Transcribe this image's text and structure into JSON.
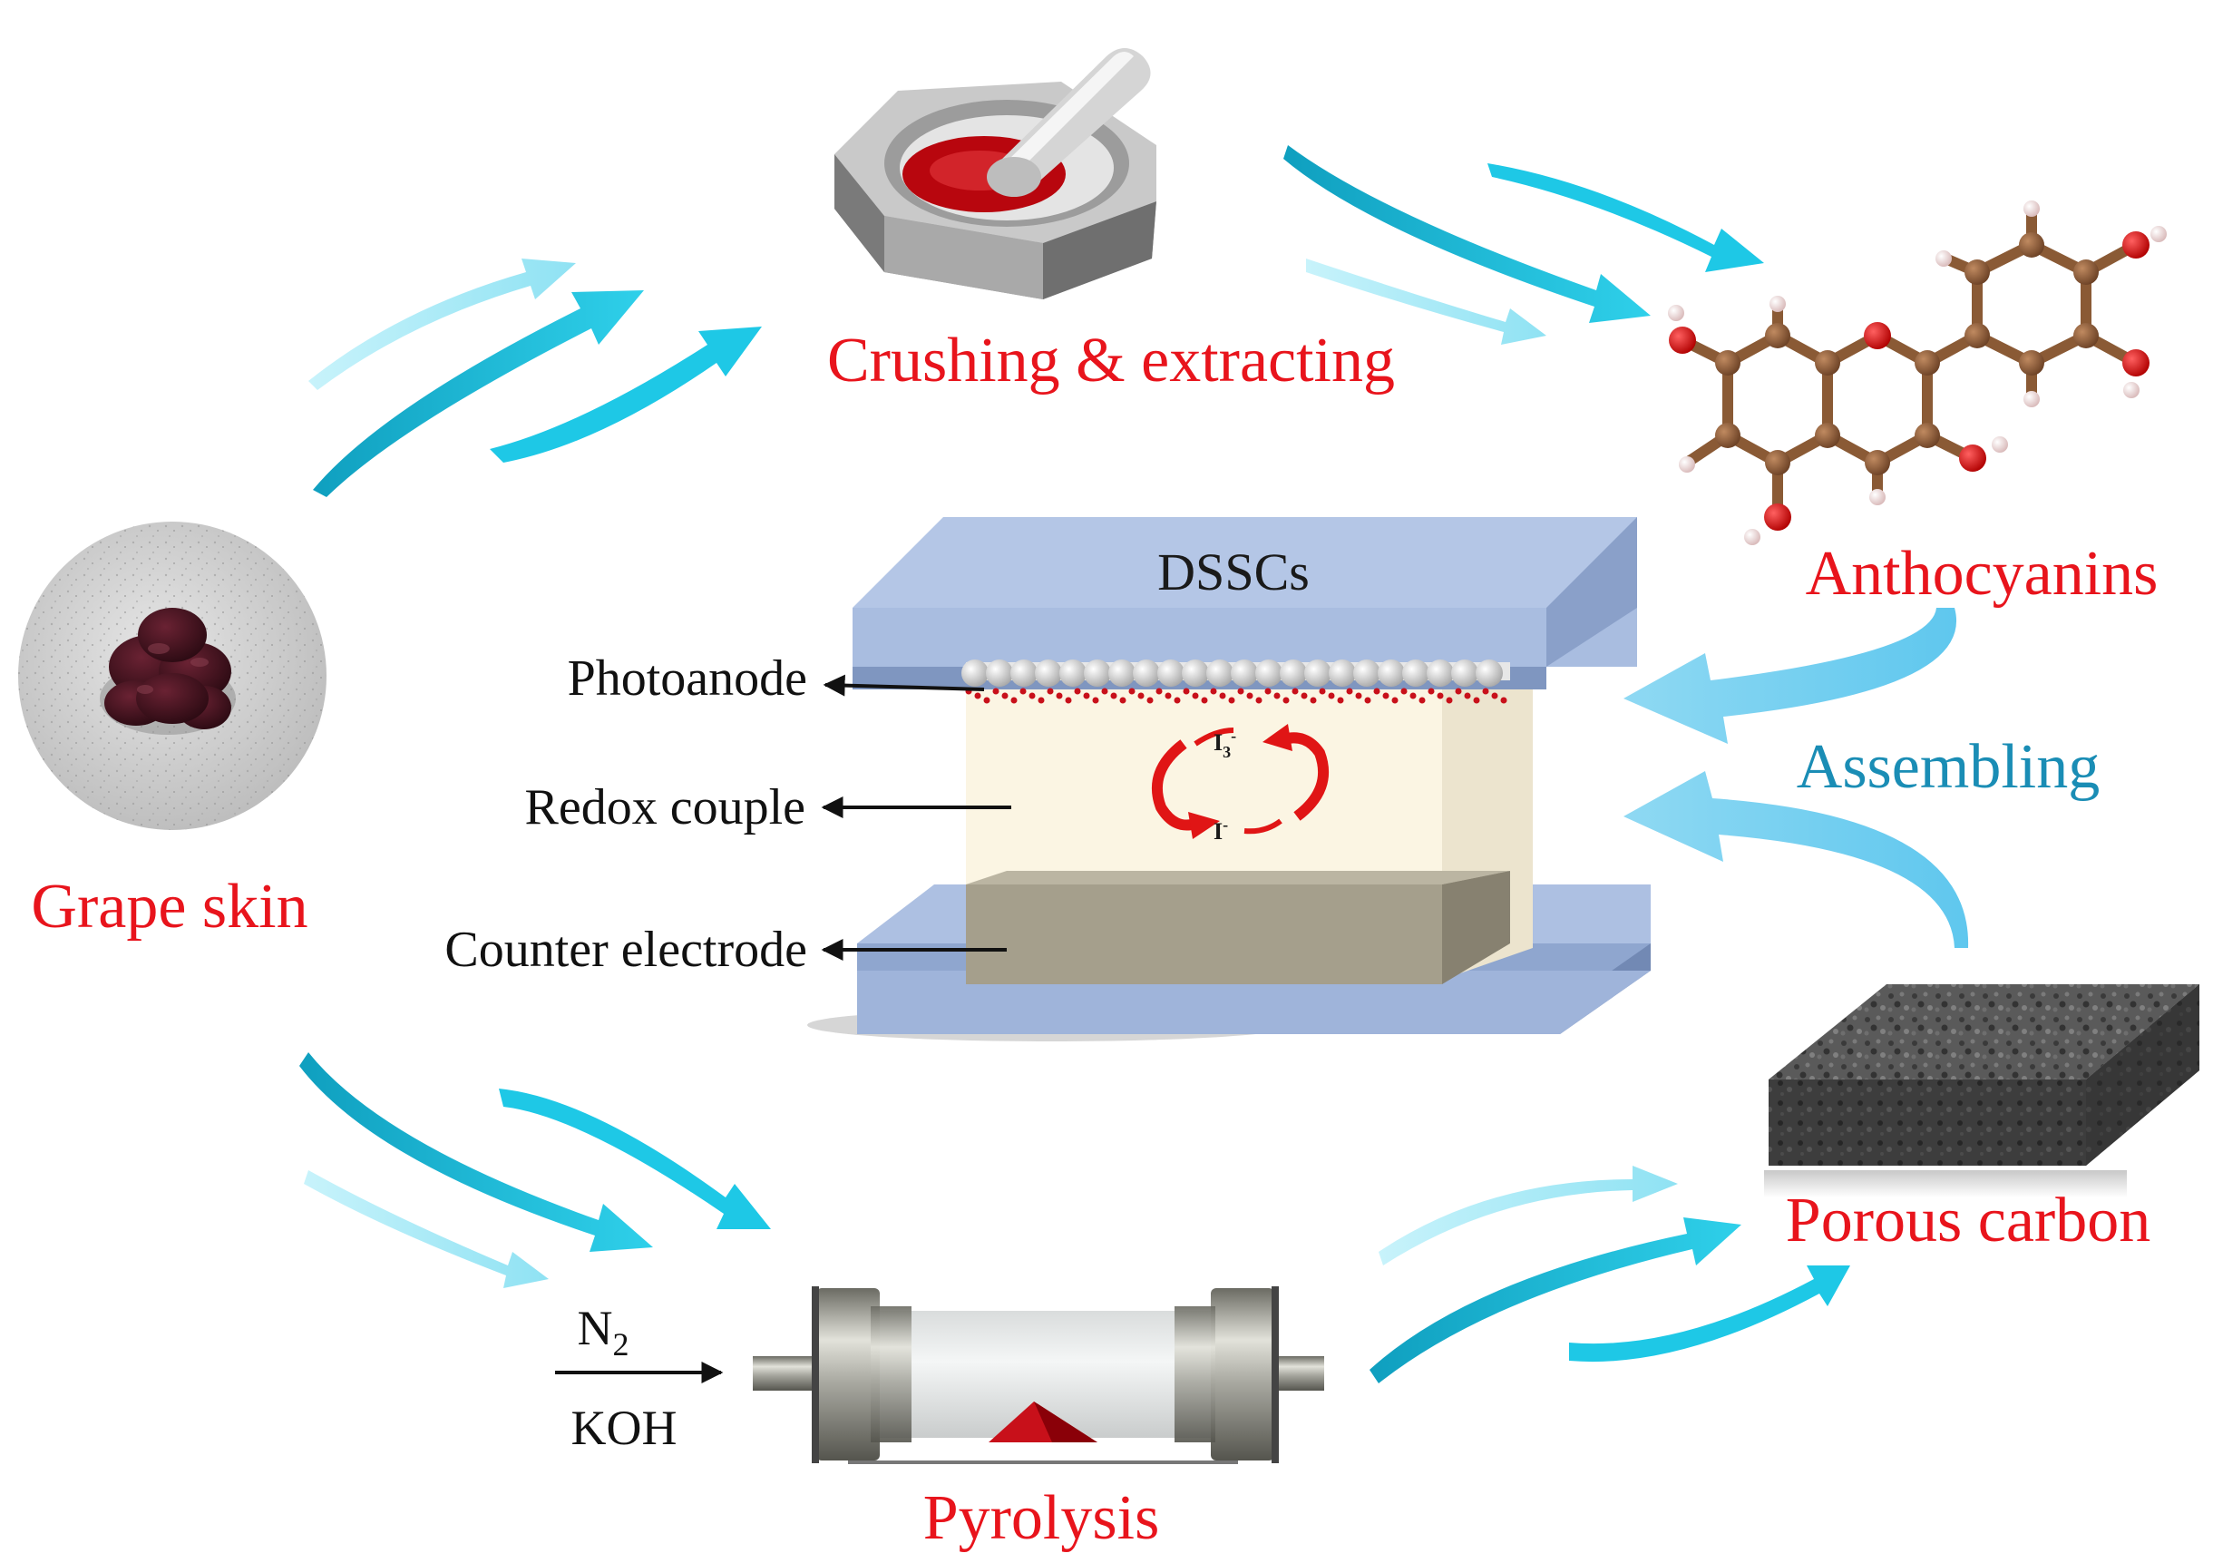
{
  "labels": {
    "crushing": "Crushing & extracting",
    "anthocyanins": "Anthocyanins",
    "grape_skin": "Grape skin",
    "assembling": "Assembling",
    "porous_carbon": "Porous carbon",
    "pyrolysis": "Pyrolysis",
    "dsscs": "DSSCs",
    "photoanode": "Photoanode",
    "redox_couple": "Redox couple",
    "counter_electrode": "Counter electrode",
    "n2_main": "N",
    "n2_sub": "2",
    "koh": "KOH",
    "i3_main": "I",
    "i3_sub": "3",
    "i3_sup": "-",
    "i_main": "I",
    "i_sup": "-"
  },
  "colors": {
    "label_red": "#e8141c",
    "label_cyan": "#1a8db5",
    "arrow_dark_cyan": "#14b4cf",
    "arrow_light_cyan": "#9ee8f5",
    "glass_blue": "#a9bde0",
    "dye_red": "#c8101a",
    "carbon_atom": "#8a5a35",
    "oxygen_atom": "#e01515"
  }
}
